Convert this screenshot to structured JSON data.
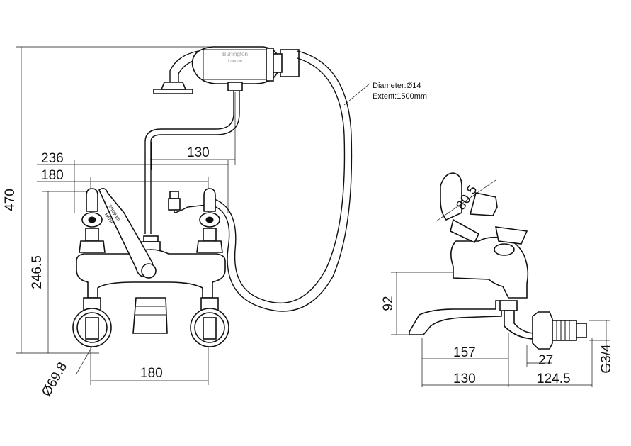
{
  "front_view": {
    "dim_overall_height": "470",
    "dim_width_236": "236",
    "dim_width_180_top": "180",
    "dim_offset_130": "130",
    "dim_height_246": "246.5",
    "dim_flange_diameter": "Ø69.8",
    "dim_centres_180": "180",
    "handset_brand": "Burlington",
    "handset_sub": "London",
    "diverter_label_1": "SHOWER",
    "diverter_label_2": "BATH"
  },
  "side_view": {
    "dim_lever_80": "80.5",
    "dim_height_92": "92",
    "dim_spout_157": "157",
    "dim_27": "27",
    "dim_thread": "G3/4",
    "dim_130": "130",
    "dim_124": "124.5"
  },
  "hose_note": {
    "diameter": "Diameter:Ø14",
    "extent": "Extent:1500mm"
  }
}
